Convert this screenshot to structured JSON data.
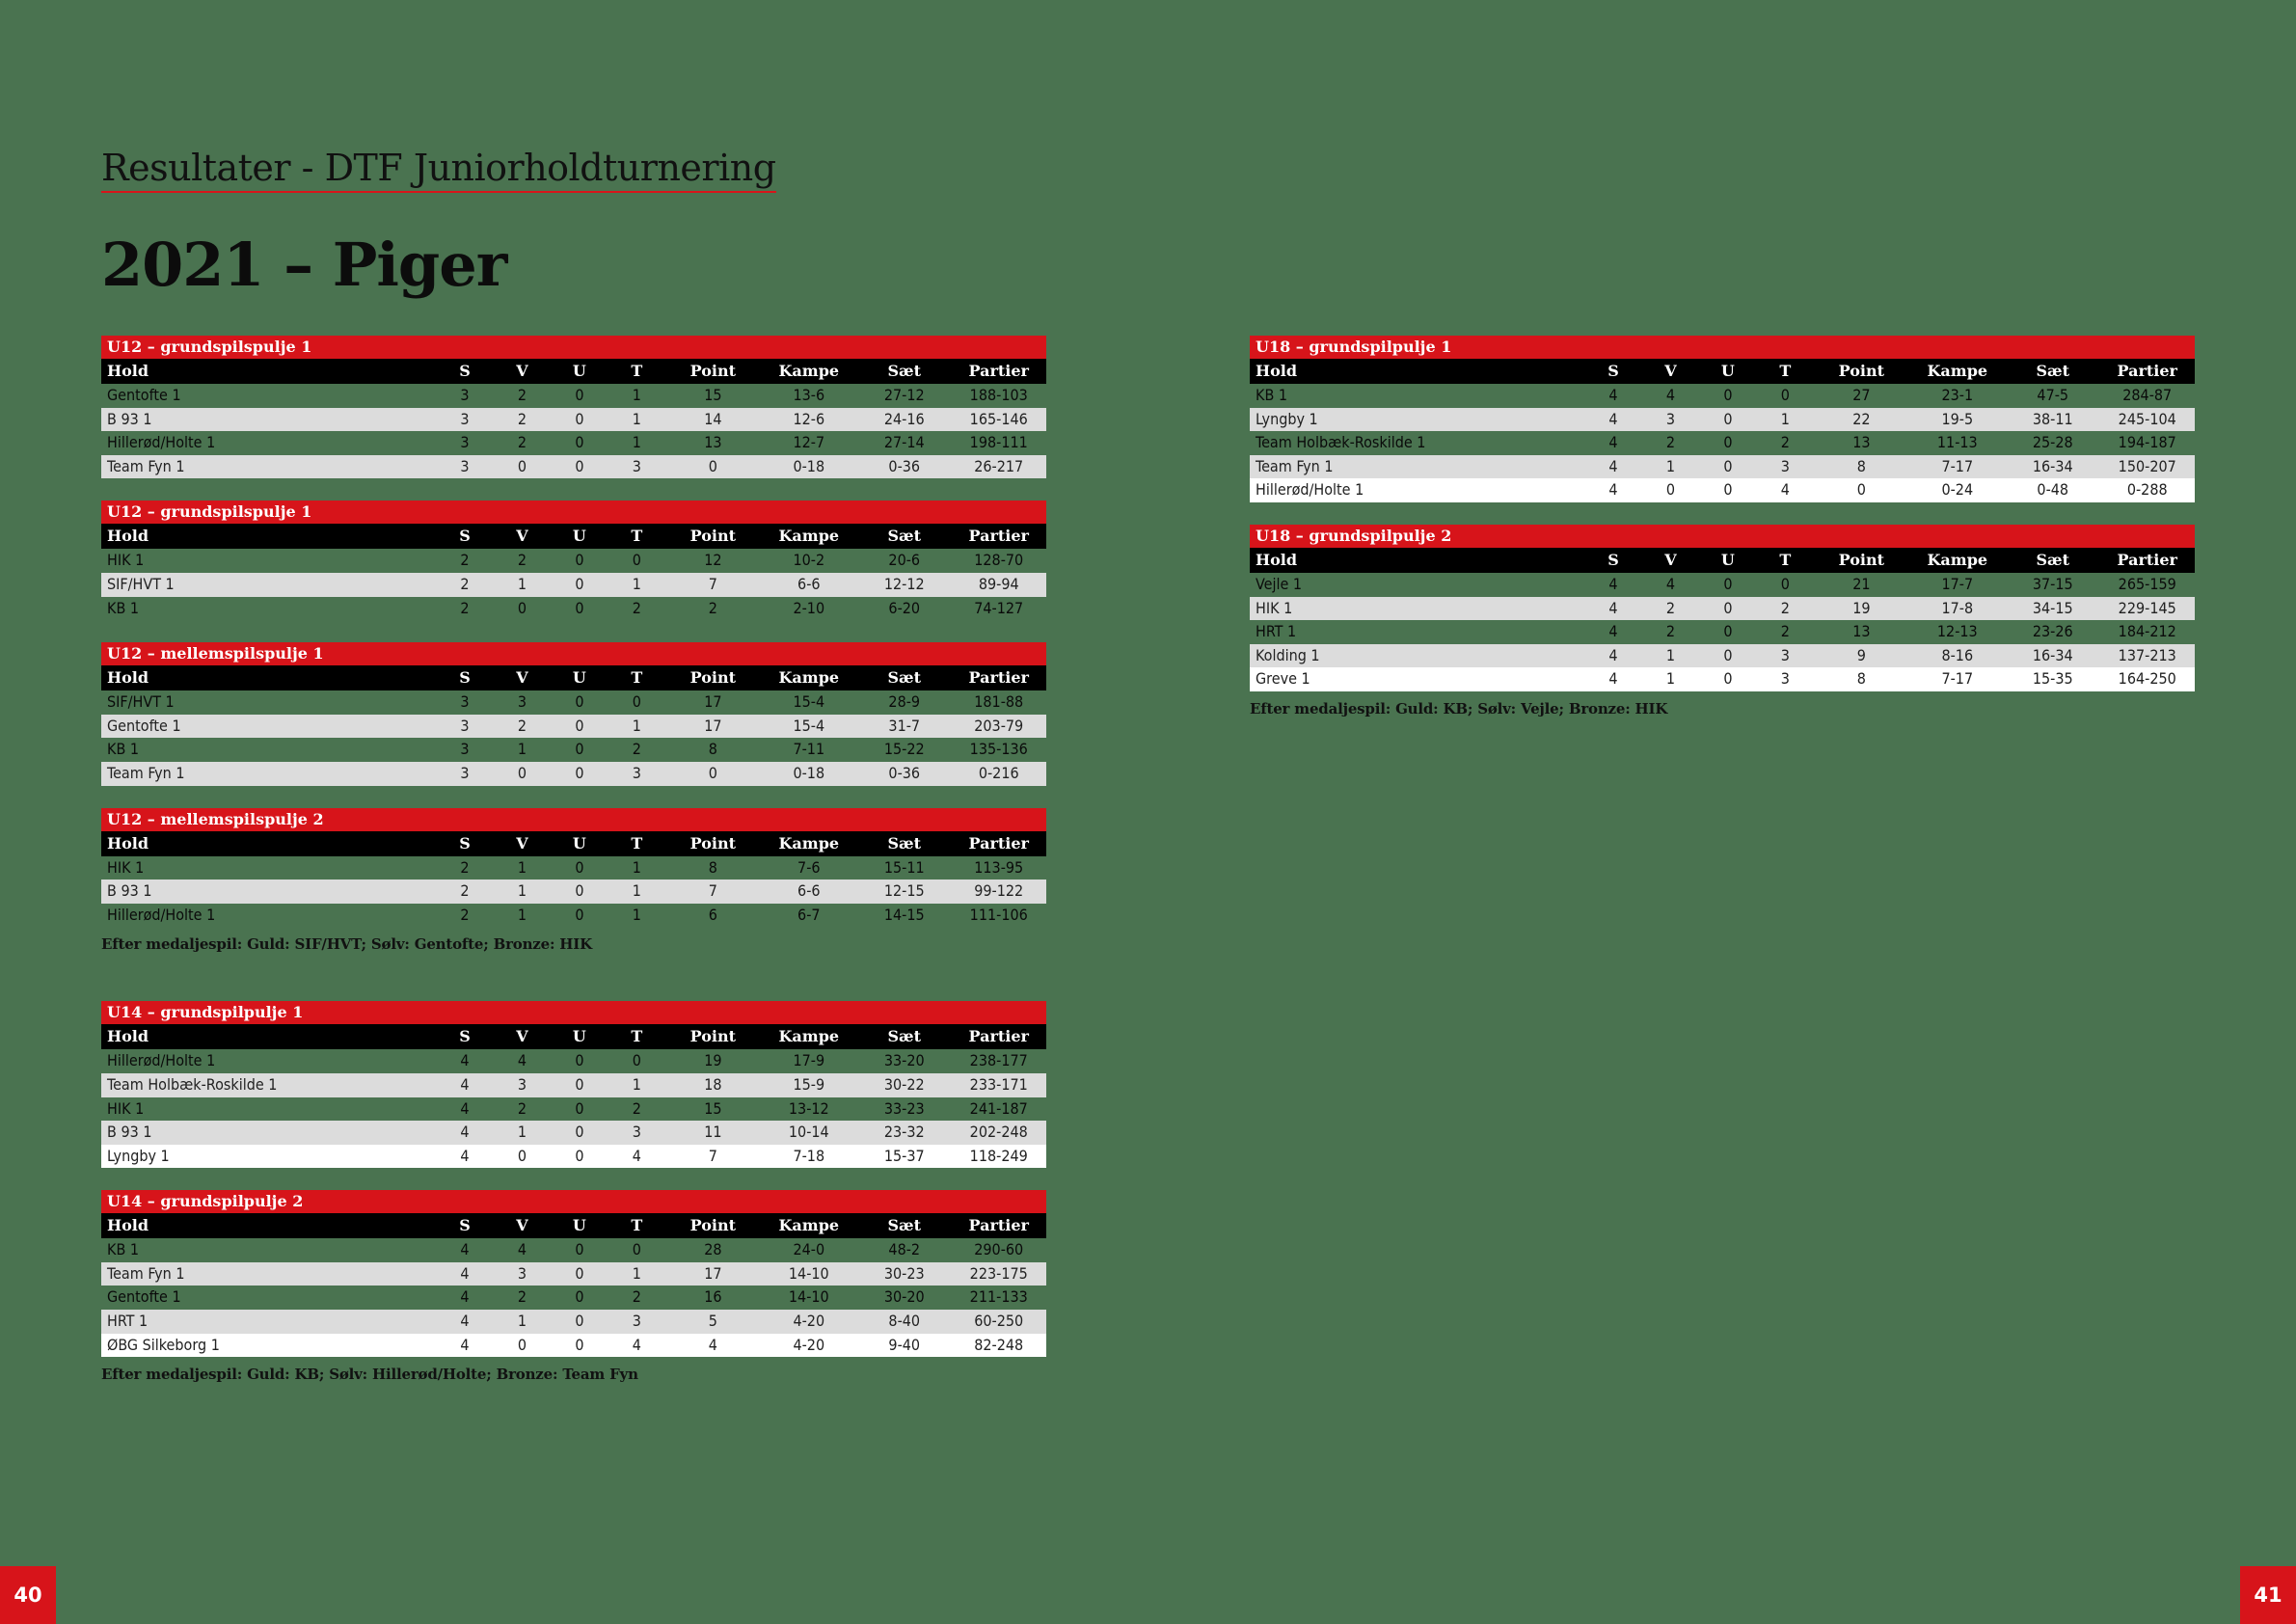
{
  "header": {
    "kicker": "Resultater - DTF Juniorholdturnering",
    "title": "2021 – Piger"
  },
  "columns": [
    "Hold",
    "S",
    "V",
    "U",
    "T",
    "Point",
    "Kampe",
    "Sæt",
    "Partier"
  ],
  "left": {
    "tables": [
      {
        "caption": "U12 – grundspilspulje 1",
        "rows": [
          [
            "Gentofte 1",
            "3",
            "2",
            "0",
            "1",
            "15",
            "13-6",
            "27-12",
            "188-103"
          ],
          [
            "B 93 1",
            "3",
            "2",
            "0",
            "1",
            "14",
            "12-6",
            "24-16",
            "165-146"
          ],
          [
            "Hillerød/Holte 1",
            "3",
            "2",
            "0",
            "1",
            "13",
            "12-7",
            "27-14",
            "198-111"
          ],
          [
            "Team Fyn 1",
            "3",
            "0",
            "0",
            "3",
            "0",
            "0-18",
            "0-36",
            "26-217"
          ]
        ]
      },
      {
        "caption": "U12 – grundspilspulje 1",
        "rows": [
          [
            "HIK 1",
            "2",
            "2",
            "0",
            "0",
            "12",
            "10-2",
            "20-6",
            "128-70"
          ],
          [
            "SIF/HVT 1",
            "2",
            "1",
            "0",
            "1",
            "7",
            "6-6",
            "12-12",
            "89-94"
          ],
          [
            "KB 1",
            "2",
            "0",
            "0",
            "2",
            "2",
            "2-10",
            "6-20",
            "74-127"
          ]
        ]
      },
      {
        "caption": "U12 – mellemspilspulje 1",
        "rows": [
          [
            "SIF/HVT 1",
            "3",
            "3",
            "0",
            "0",
            "17",
            "15-4",
            "28-9",
            "181-88"
          ],
          [
            "Gentofte 1",
            "3",
            "2",
            "0",
            "1",
            "17",
            "15-4",
            "31-7",
            "203-79"
          ],
          [
            "KB 1",
            "3",
            "1",
            "0",
            "2",
            "8",
            "7-11",
            "15-22",
            "135-136"
          ],
          [
            "Team Fyn 1",
            "3",
            "0",
            "0",
            "3",
            "0",
            "0-18",
            "0-36",
            "0-216"
          ]
        ]
      },
      {
        "caption": "U12 – mellemspilspulje 2",
        "rows": [
          [
            "HIK 1",
            "2",
            "1",
            "0",
            "1",
            "8",
            "7-6",
            "15-11",
            "113-95"
          ],
          [
            "B 93 1",
            "2",
            "1",
            "0",
            "1",
            "7",
            "6-6",
            "12-15",
            "99-122"
          ],
          [
            "Hillerød/Holte 1",
            "2",
            "1",
            "0",
            "1",
            "6",
            "6-7",
            "14-15",
            "111-106"
          ]
        ],
        "note": "Efter medaljespil: Guld: SIF/HVT; Sølv: Gentofte; Bronze: HIK"
      },
      {
        "caption": "U14 – grundspilpulje 1",
        "rows": [
          [
            "Hillerød/Holte 1",
            "4",
            "4",
            "0",
            "0",
            "19",
            "17-9",
            "33-20",
            "238-177"
          ],
          [
            "Team Holbæk-Roskilde 1",
            "4",
            "3",
            "0",
            "1",
            "18",
            "15-9",
            "30-22",
            "233-171"
          ],
          [
            "HIK 1",
            "4",
            "2",
            "0",
            "2",
            "15",
            "13-12",
            "33-23",
            "241-187"
          ],
          [
            "B 93 1",
            "4",
            "1",
            "0",
            "3",
            "11",
            "10-14",
            "23-32",
            "202-248"
          ],
          [
            "Lyngby 1",
            "4",
            "0",
            "0",
            "4",
            "7",
            "7-18",
            "15-37",
            "118-249"
          ]
        ]
      },
      {
        "caption": "U14 – grundspilpulje 2",
        "rows": [
          [
            "KB 1",
            "4",
            "4",
            "0",
            "0",
            "28",
            "24-0",
            "48-2",
            "290-60"
          ],
          [
            "Team Fyn 1",
            "4",
            "3",
            "0",
            "1",
            "17",
            "14-10",
            "30-23",
            "223-175"
          ],
          [
            "Gentofte 1",
            "4",
            "2",
            "0",
            "2",
            "16",
            "14-10",
            "30-20",
            "211-133"
          ],
          [
            "HRT 1",
            "4",
            "1",
            "0",
            "3",
            "5",
            "4-20",
            "8-40",
            "60-250"
          ],
          [
            "ØBG Silkeborg 1",
            "4",
            "0",
            "0",
            "4",
            "4",
            "4-20",
            "9-40",
            "82-248"
          ]
        ],
        "note": "Efter medaljespil: Guld: KB; Sølv: Hillerød/Holte; Bronze: Team Fyn"
      }
    ]
  },
  "right": {
    "tables": [
      {
        "caption": "U18 – grundspilpulje 1",
        "rows": [
          [
            "KB 1",
            "4",
            "4",
            "0",
            "0",
            "27",
            "23-1",
            "47-5",
            "284-87"
          ],
          [
            "Lyngby 1",
            "4",
            "3",
            "0",
            "1",
            "22",
            "19-5",
            "38-11",
            "245-104"
          ],
          [
            "Team Holbæk-Roskilde 1",
            "4",
            "2",
            "0",
            "2",
            "13",
            "11-13",
            "25-28",
            "194-187"
          ],
          [
            "Team Fyn 1",
            "4",
            "1",
            "0",
            "3",
            "8",
            "7-17",
            "16-34",
            "150-207"
          ],
          [
            "Hillerød/Holte 1",
            "4",
            "0",
            "0",
            "4",
            "0",
            "0-24",
            "0-48",
            "0-288"
          ]
        ]
      },
      {
        "caption": "U18 – grundspilpulje 2",
        "rows": [
          [
            "Vejle 1",
            "4",
            "4",
            "0",
            "0",
            "21",
            "17-7",
            "37-15",
            "265-159"
          ],
          [
            "HIK 1",
            "4",
            "2",
            "0",
            "2",
            "19",
            "17-8",
            "34-15",
            "229-145"
          ],
          [
            "HRT 1",
            "4",
            "2",
            "0",
            "2",
            "13",
            "12-13",
            "23-26",
            "184-212"
          ],
          [
            "Kolding 1",
            "4",
            "1",
            "0",
            "3",
            "9",
            "8-16",
            "16-34",
            "137-213"
          ],
          [
            "Greve 1",
            "4",
            "1",
            "0",
            "3",
            "8",
            "7-17",
            "15-35",
            "164-250"
          ]
        ],
        "note": "Efter medaljespil: Guld: KB; Sølv: Vejle; Bronze: HIK"
      }
    ]
  },
  "footer": {
    "page_left": "40",
    "page_right": "41"
  },
  "colors": {
    "background": "#4a7350",
    "accent_red": "#d7141a",
    "header_black": "#000000",
    "row_gray": "#dcdcdc",
    "row_white": "#ffffff"
  }
}
